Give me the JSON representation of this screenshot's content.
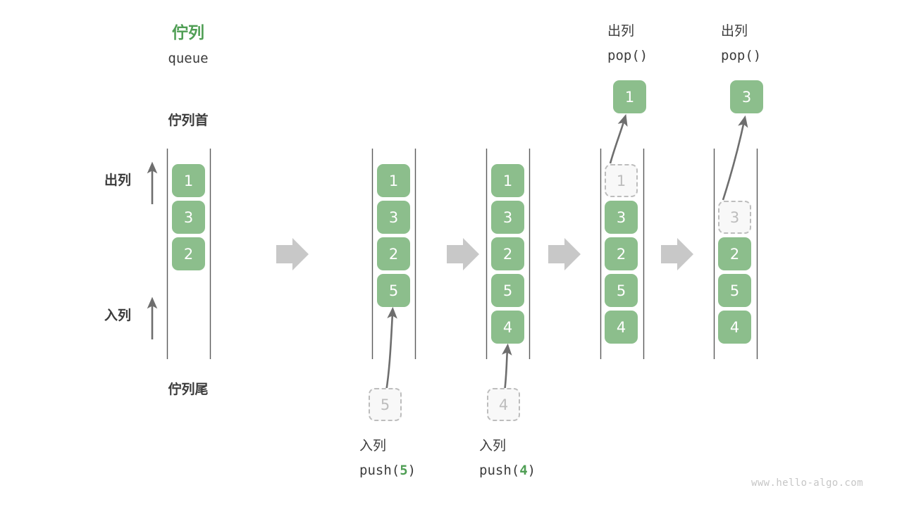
{
  "header": {
    "title_cn": "佇列",
    "title_en": "queue",
    "head_label": "佇列首",
    "tail_label": "佇列尾",
    "dequeue_label": "出列",
    "enqueue_label": "入列"
  },
  "colors": {
    "accent_green": "#4f9e54",
    "cell_green": "#8cbe8c",
    "ghost_gray": "#bdbdbd",
    "rail_gray": "#5a5a5a",
    "flow_arrow_gray": "#c8c8c8",
    "text_dark": "#3c3c3c",
    "watermark_gray": "#c6c6c6"
  },
  "steps": [
    {
      "id": "initial",
      "caption_cn": "",
      "caption_code": "",
      "cells": [
        {
          "value": "1",
          "state": "filled"
        },
        {
          "value": "3",
          "state": "filled"
        },
        {
          "value": "2",
          "state": "filled"
        }
      ]
    },
    {
      "id": "push-5",
      "caption_cn": "入列",
      "caption_code_prefix": "push(",
      "caption_code_arg": "5",
      "caption_code_suffix": ")",
      "incoming_value": "5",
      "cells": [
        {
          "value": "1",
          "state": "filled"
        },
        {
          "value": "3",
          "state": "filled"
        },
        {
          "value": "2",
          "state": "filled"
        },
        {
          "value": "5",
          "state": "filled"
        }
      ]
    },
    {
      "id": "push-4",
      "caption_cn": "入列",
      "caption_code_prefix": "push(",
      "caption_code_arg": "4",
      "caption_code_suffix": ")",
      "incoming_value": "4",
      "cells": [
        {
          "value": "1",
          "state": "filled"
        },
        {
          "value": "3",
          "state": "filled"
        },
        {
          "value": "2",
          "state": "filled"
        },
        {
          "value": "5",
          "state": "filled"
        },
        {
          "value": "4",
          "state": "filled"
        }
      ]
    },
    {
      "id": "pop-1",
      "caption_cn": "出列",
      "caption_code_prefix": "pop(",
      "caption_code_arg": "",
      "caption_code_suffix": ")",
      "popped_value": "1",
      "cells": [
        {
          "value": "1",
          "state": "ghost"
        },
        {
          "value": "3",
          "state": "filled"
        },
        {
          "value": "2",
          "state": "filled"
        },
        {
          "value": "5",
          "state": "filled"
        },
        {
          "value": "4",
          "state": "filled"
        }
      ]
    },
    {
      "id": "pop-3",
      "caption_cn": "出列",
      "caption_code_prefix": "pop(",
      "caption_code_arg": "",
      "caption_code_suffix": ")",
      "popped_value": "3",
      "cells": [
        {
          "value": "",
          "state": "empty"
        },
        {
          "value": "3",
          "state": "ghost"
        },
        {
          "value": "2",
          "state": "filled"
        },
        {
          "value": "5",
          "state": "filled"
        },
        {
          "value": "4",
          "state": "filled"
        }
      ]
    }
  ],
  "watermark": "www.hello-algo.com"
}
